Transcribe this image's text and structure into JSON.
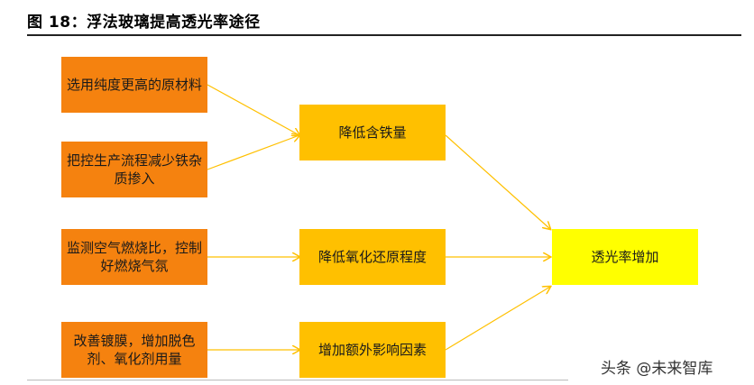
{
  "title": "图 18：浮法玻璃提高透光率途径",
  "colors": {
    "source_box": "#f5820f",
    "middle_box": "#ffc000",
    "result_box": "#ffff00",
    "arrow": "#ffc000"
  },
  "sources": [
    {
      "label": "选用纯度更高的原材料"
    },
    {
      "label": "把控生产流程减少铁杂质掺入"
    },
    {
      "label": "监测空气燃烧比，控制好燃烧气氛"
    },
    {
      "label": "改善镀膜，增加脱色剂、氧化剂用量"
    }
  ],
  "middles": [
    {
      "label": "降低含铁量"
    },
    {
      "label": "降低氧化还原程度"
    },
    {
      "label": "增加额外影响因素"
    }
  ],
  "result": {
    "label": "透光率增加"
  },
  "watermark": "头条 @未来智库"
}
